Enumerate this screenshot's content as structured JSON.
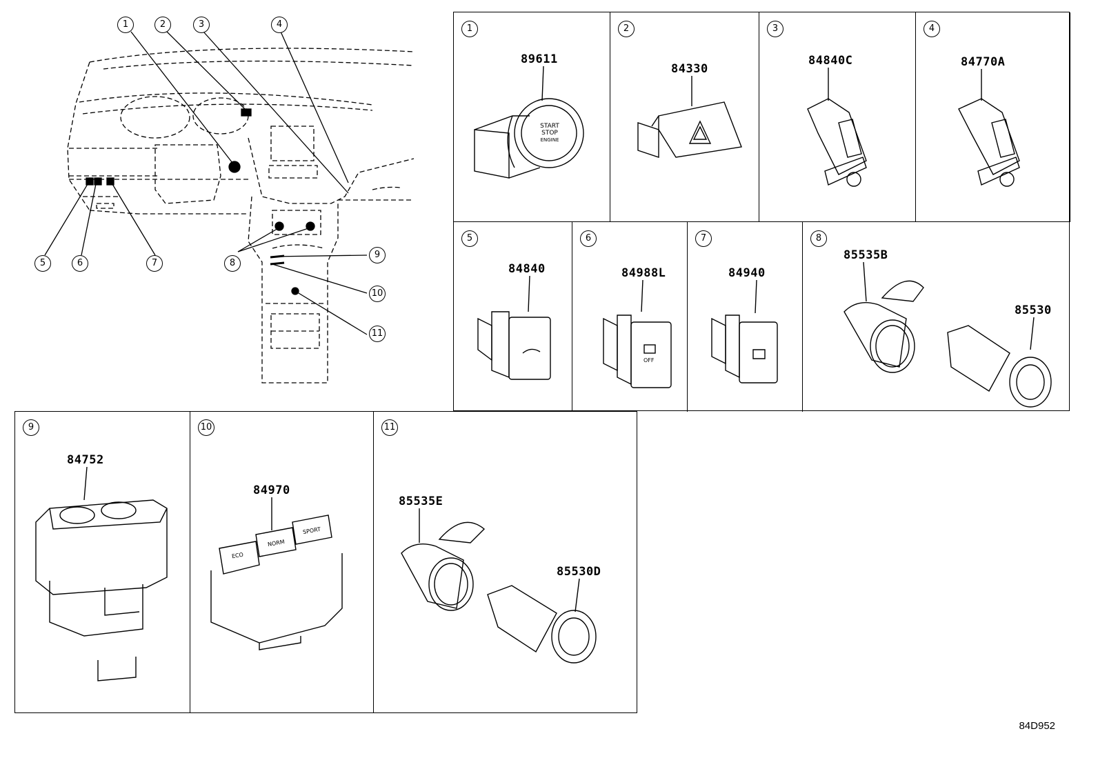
{
  "overview": {
    "callouts": [
      "1",
      "2",
      "3",
      "4",
      "5",
      "6",
      "7",
      "8",
      "9",
      "10",
      "11"
    ]
  },
  "panels": [
    {
      "id": "1",
      "parts": [
        "89611"
      ],
      "label_text": [
        "START",
        "STOP",
        "ENGINE"
      ]
    },
    {
      "id": "2",
      "parts": [
        "84330"
      ]
    },
    {
      "id": "3",
      "parts": [
        "84840C"
      ]
    },
    {
      "id": "4",
      "parts": [
        "84770A"
      ]
    },
    {
      "id": "5",
      "parts": [
        "84840"
      ]
    },
    {
      "id": "6",
      "parts": [
        "84988L"
      ],
      "label_text": [
        "OFF"
      ]
    },
    {
      "id": "7",
      "parts": [
        "84940"
      ]
    },
    {
      "id": "8",
      "parts": [
        "85535B",
        "85530"
      ]
    },
    {
      "id": "9",
      "parts": [
        "84752"
      ]
    },
    {
      "id": "10",
      "parts": [
        "84970"
      ],
      "label_text": [
        "ECO",
        "NORM",
        "SPORT"
      ]
    },
    {
      "id": "11",
      "parts": [
        "85535E",
        "85530D"
      ]
    }
  ],
  "reference_code": "84D952"
}
